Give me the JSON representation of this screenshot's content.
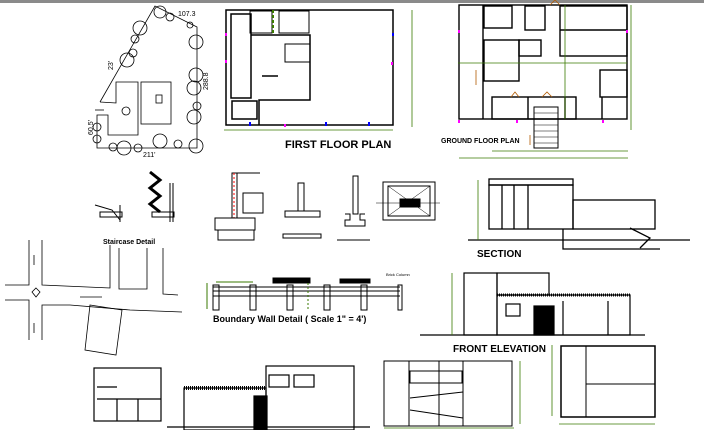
{
  "titles": {
    "first_floor_plan": "FIRST FLOOR PLAN",
    "ground_floor_plan": "GROUND FLOOR PLAN",
    "staircase_detail": "Staircase Detail",
    "section": "SECTION",
    "boundary_wall_detail": "Boundary Wall Detail ( Scale 1\" = 4')",
    "brick_column": "Brick Column",
    "front_elevation": "FRONT ELEVATION"
  },
  "site_plan_dimensions": {
    "top": "107.3",
    "right": "288.8",
    "diagonal": "23'",
    "bottom": "211'",
    "left": "60.5'"
  },
  "colors": {
    "lines": "#000000",
    "dimension": "#3a7a00",
    "marker": "#ff00ff",
    "door": "#b25a00",
    "column": "#0000ff",
    "hatch": "#ff0000"
  }
}
